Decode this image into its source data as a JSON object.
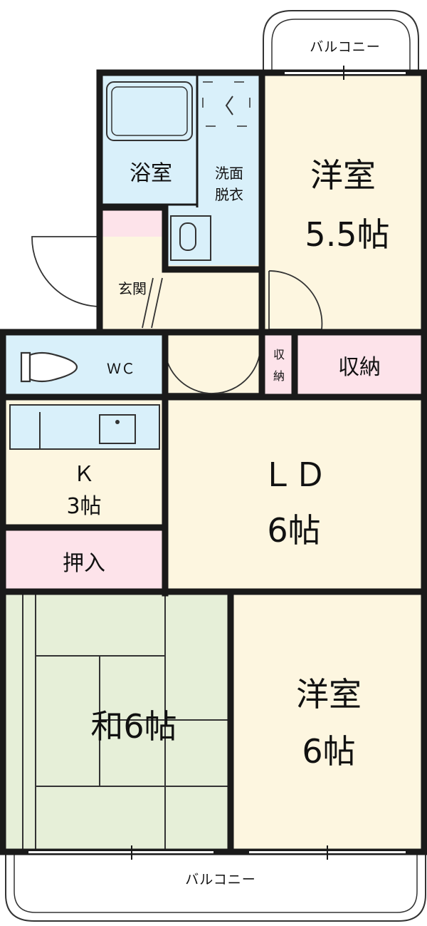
{
  "floorplan": {
    "balcony_top": "バルコニー",
    "balcony_bottom": "バルコニー",
    "rooms": {
      "bath": "浴室",
      "washroom_line1": "洗面",
      "washroom_line2": "脱衣",
      "western_top_line1": "洋室",
      "western_top_line2": "5.5帖",
      "entrance": "玄関",
      "wc": "ＷＣ",
      "small_storage_line1": "収",
      "small_storage_line2": "納",
      "storage": "収納",
      "kitchen_line1": "Ｋ",
      "kitchen_line2": "3帖",
      "ld_line1": "ＬＤ",
      "ld_line2": "6帖",
      "closet": "押入",
      "japanese": "和6帖",
      "western_bottom_line1": "洋室",
      "western_bottom_line2": "6帖"
    },
    "colors": {
      "wall": "#1a1a1a",
      "floor_cream": "#fdf6e0",
      "bath_blue": "#d9f0fa",
      "storage_pink": "#fde3ea",
      "tatami_green": "#e6efd8"
    }
  }
}
